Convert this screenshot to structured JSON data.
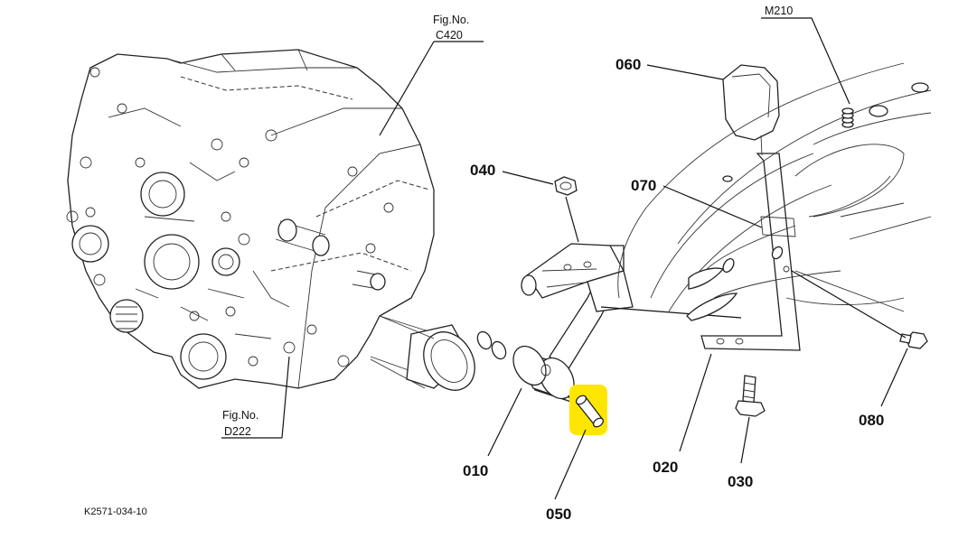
{
  "figure_refs": {
    "c420": {
      "line1": "Fig.No.",
      "line2": "C420"
    },
    "d222": {
      "line1": "Fig.No.",
      "line2": "D222"
    },
    "m210": {
      "line2": "M210"
    }
  },
  "callouts": {
    "p010": "010",
    "p020": "020",
    "p030": "030",
    "p040": "040",
    "p050": "050",
    "p060": "060",
    "p070": "070",
    "p080": "080"
  },
  "diagram_code": "K2571-034-10",
  "highlight": {
    "part": "050",
    "color": "#ffe600"
  }
}
